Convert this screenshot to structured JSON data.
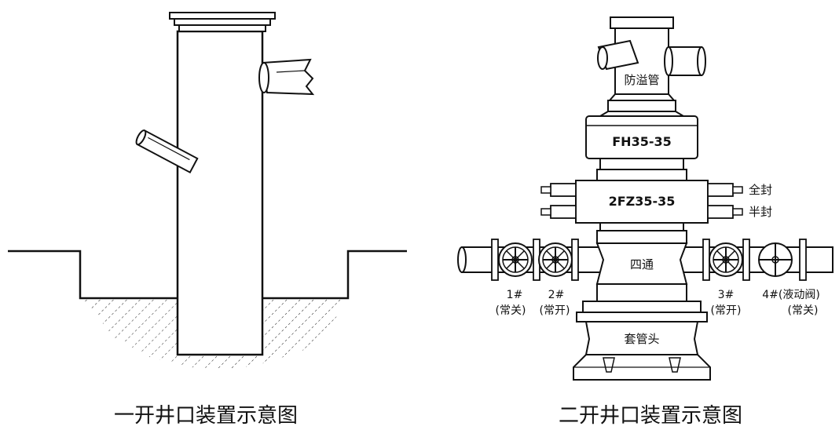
{
  "left_diagram": {
    "caption": "一开井口装置示意图"
  },
  "right_diagram": {
    "caption": "二开井口装置示意图",
    "labels": {
      "overflow_pipe": "防溢管",
      "annular_bop": "FH35-35",
      "ram_bop": "2FZ35-35",
      "blind_ram": "全封",
      "pipe_ram": "半封",
      "four_way": "四通",
      "casing_head": "套管头",
      "valve1_num": "1#",
      "valve1_state": "(常关)",
      "valve2_num": "2#",
      "valve2_state": "(常开)",
      "valve3_num": "3#",
      "valve3_state": "(常开)",
      "valve4_num": "4#(液动阀)",
      "valve4_state": "(常关)"
    }
  }
}
